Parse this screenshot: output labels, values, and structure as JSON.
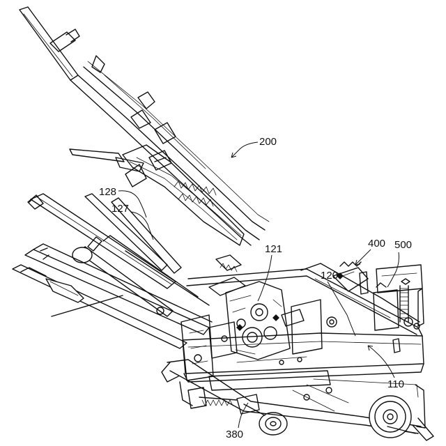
{
  "reference_numerals": {
    "machine": "200",
    "frame_front": "128",
    "frame_mid": "127",
    "gearbox": "121",
    "deck": "120",
    "engine_mount": "400",
    "fuel_tank": "500",
    "base": "110",
    "wheel_assembly": "380"
  }
}
